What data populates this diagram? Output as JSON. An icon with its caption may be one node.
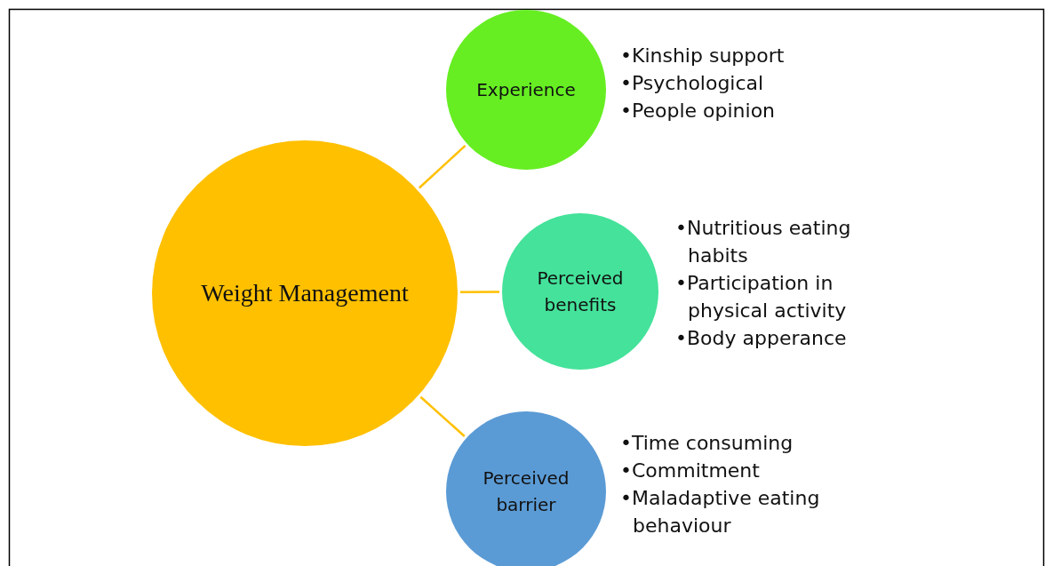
{
  "diagram": {
    "nodes": [
      {
        "text": [
          "Weight Management"
        ]
      },
      {
        "text": [
          "Experience"
        ],
        "beside": [
          "•Kinship support",
          "•Psychological",
          "•People opinion"
        ]
      },
      {
        "text": [
          "Perceived benefits"
        ],
        "beside": [
          "•Nutritious eating habits",
          "•Participation in physical activity",
          "•Body apperance"
        ]
      },
      {
        "text": [
          "Perceived barrier"
        ],
        "beside": [
          "•Time consuming",
          "•Commitment",
          "•Maladaptive eating behaviour"
        ]
      }
    ],
    "edges": [
      {
        "from": 0,
        "to": 1,
        "arrow": "none"
      },
      {
        "from": 0,
        "to": 2,
        "arrow": "none"
      },
      {
        "from": 0,
        "to": 3,
        "arrow": "none"
      }
    ]
  }
}
